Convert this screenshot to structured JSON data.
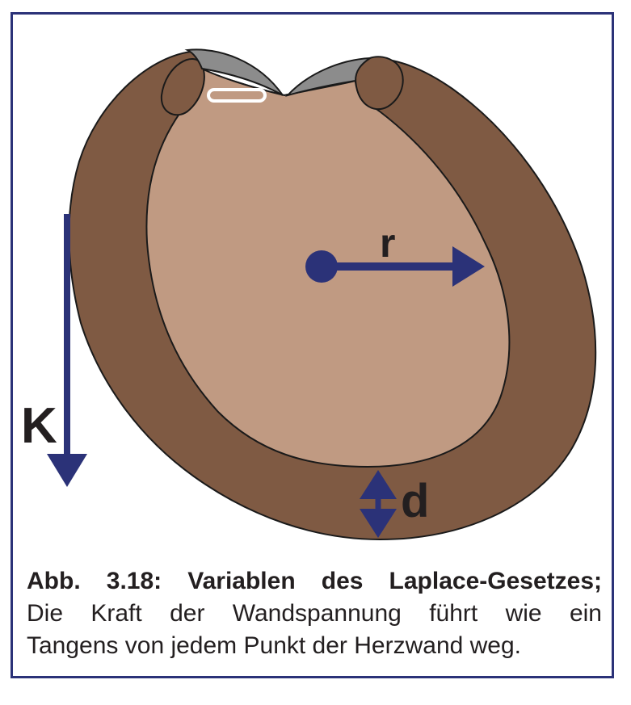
{
  "figure": {
    "labels": {
      "force": "K",
      "radius": "r",
      "thickness": "d"
    },
    "colors": {
      "frame": "#2b3278",
      "arrow": "#2b3278",
      "wall": "#7f5a43",
      "cavity": "#c09a82",
      "valve": "#8c8c8c",
      "outline": "#1a1a1a"
    }
  },
  "caption": {
    "title": "Abb. 3.18: Variablen des Laplace-Gesetzes;",
    "line1": "Die Kraft der Wandspannung führt wie ein",
    "line2": "Tangens von jedem Punkt der Herzwand weg."
  }
}
